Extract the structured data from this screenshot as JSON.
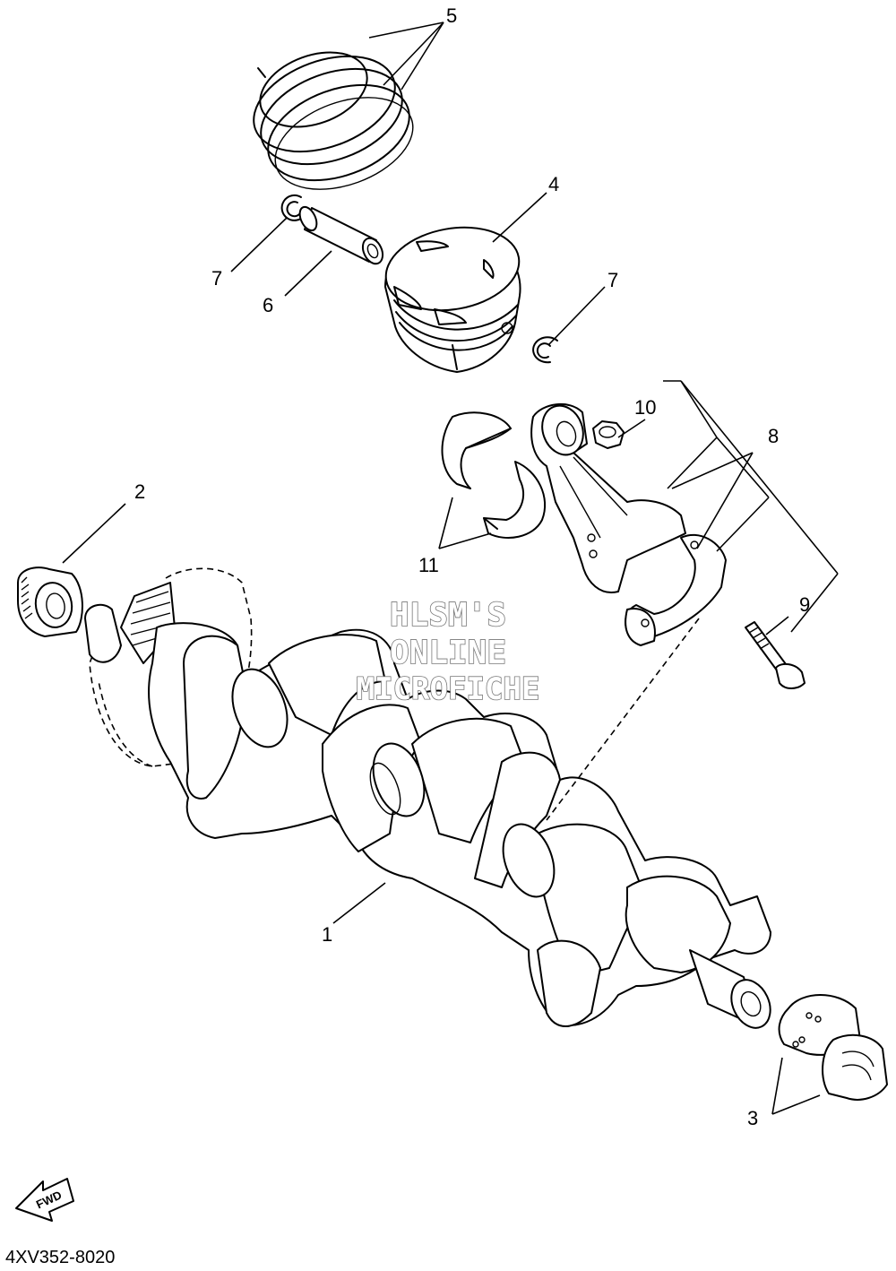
{
  "callouts": {
    "c1": "1",
    "c2": "2",
    "c3": "3",
    "c4": "4",
    "c5": "5",
    "c6": "6",
    "c7a": "7",
    "c7b": "7",
    "c8": "8",
    "c9": "9",
    "c10": "10",
    "c11": "11"
  },
  "watermark": {
    "line1": "HLSM'S",
    "line2": "ONLINE",
    "line3": "MICROFICHE"
  },
  "fwd_label": "FWD",
  "diagram_code": "4XV352-8020"
}
